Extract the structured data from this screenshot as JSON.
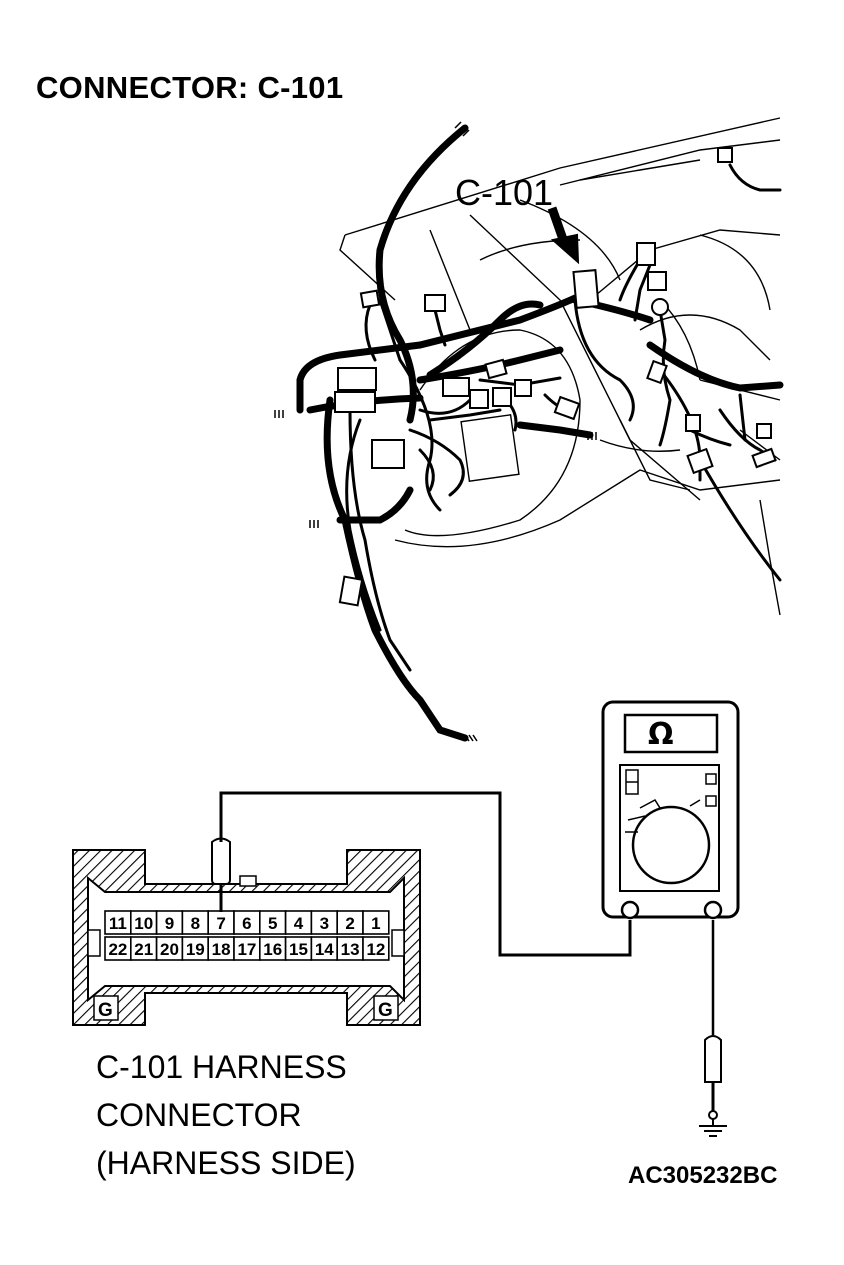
{
  "title": "CONNECTOR: C-101",
  "callout_label": "C-101",
  "meter": {
    "symbol": "Ω",
    "terminals": 2
  },
  "connector": {
    "top_row": [
      "11",
      "10",
      "9",
      "8",
      "7",
      "6",
      "5",
      "4",
      "3",
      "2",
      "1"
    ],
    "bottom_row": [
      "22",
      "21",
      "20",
      "19",
      "18",
      "17",
      "16",
      "15",
      "14",
      "13",
      "12"
    ],
    "probe_pin": "7",
    "ground_marks": [
      "G",
      "G"
    ]
  },
  "caption": {
    "line1": "C-101 HARNESS",
    "line2": "CONNECTOR",
    "line3": "(HARNESS SIDE)"
  },
  "figure_code": "AC305232BC"
}
